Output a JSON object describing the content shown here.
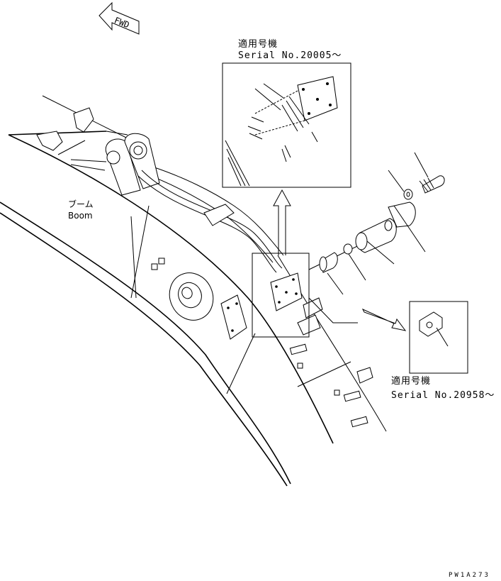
{
  "labels": {
    "fwd": "FWD",
    "applicable_top": "適用号機",
    "serial_top": "Serial No.20005～",
    "boom_jp": "ブーム",
    "boom_en": "Boom",
    "applicable_bottom": "適用号機",
    "serial_bottom": "Serial No.20958～",
    "drawing_code": "PW1A273"
  },
  "icons": [
    "fwd-arrow-icon",
    "up-arrow-icon",
    "diagonal-arrow-icon"
  ]
}
